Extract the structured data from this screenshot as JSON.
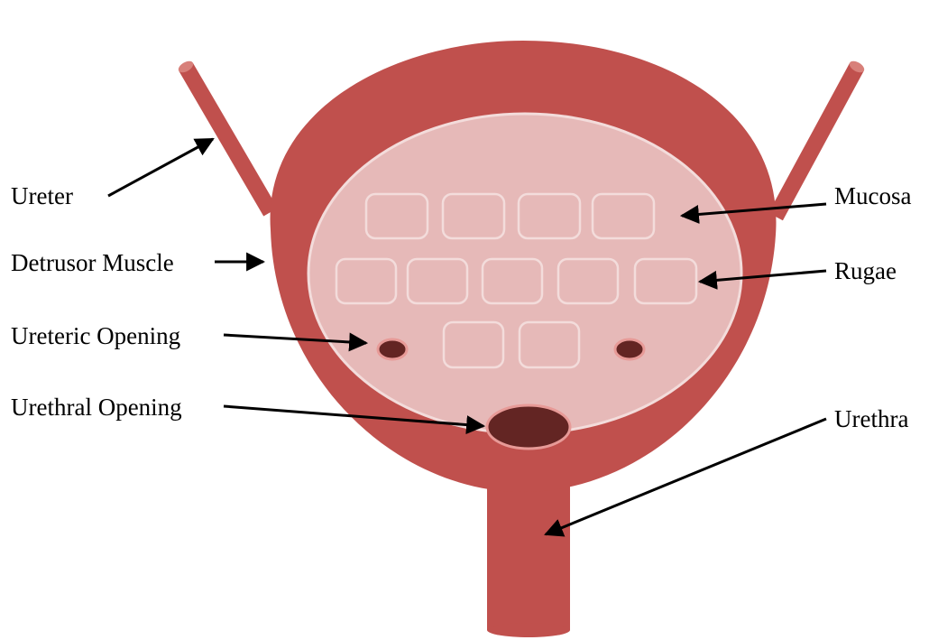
{
  "colors": {
    "muscle": "#C0504D",
    "muscle_highlight": "#D8807A",
    "mucosa": "#E6B9B8",
    "mucosa_border": "#F3DCDB",
    "opening_dark": "#632523",
    "opening_rim": "#E79A97",
    "arrow": "#000000",
    "background": "#FFFFFF"
  },
  "labels": {
    "ureter": "Ureter",
    "detrusor_muscle": "Detrusor Muscle",
    "ureteric_opening": "Ureteric Opening",
    "urethral_opening": "Urethral Opening",
    "mucosa": "Mucosa",
    "rugae": "Rugae",
    "urethra": "Urethra"
  }
}
